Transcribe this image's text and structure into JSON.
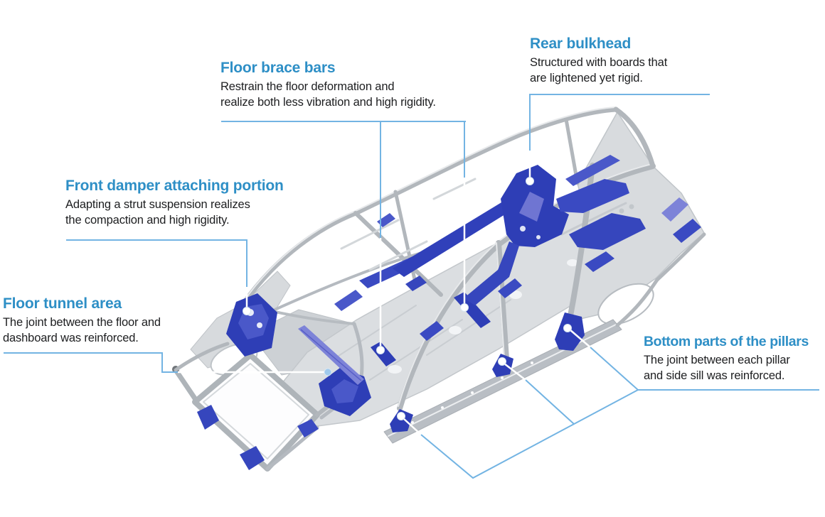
{
  "figure": {
    "type": "annotated-technical-diagram",
    "subject": "Car body frame (body-in-white) rigidity reinforcement points"
  },
  "colors": {
    "annotation_title": "#2e8fc6",
    "annotation_body": "#1d1e20",
    "leader_line": "#73b4e3",
    "leader_line_on_car": "#ffffff",
    "highlight_blue": "#2e3eb6",
    "highlight_purple": "#7d83d8",
    "frame_gray": "#b2b7bc"
  },
  "annotations": [
    {
      "id": "floor-brace-bars",
      "title": "Floor brace bars",
      "lines": [
        "Restrain the floor deformation and",
        "realize both less vibration and high rigidity."
      ]
    },
    {
      "id": "rear-bulkhead",
      "title": "Rear bulkhead",
      "lines": [
        "Structured with boards that",
        "are lightened yet rigid."
      ]
    },
    {
      "id": "front-damper-attaching-portion",
      "title": "Front damper attaching portion",
      "lines": [
        "Adapting a strut suspension realizes",
        "the compaction and high rigidity."
      ]
    },
    {
      "id": "floor-tunnel-area",
      "title": "Floor tunnel area",
      "lines": [
        "The joint between the floor and",
        "dashboard was reinforced."
      ]
    },
    {
      "id": "bottom-parts-of-the-pillars",
      "title": "Bottom parts of the pillars",
      "lines": [
        "The joint between each pillar",
        "and side sill was reinforced."
      ]
    }
  ]
}
